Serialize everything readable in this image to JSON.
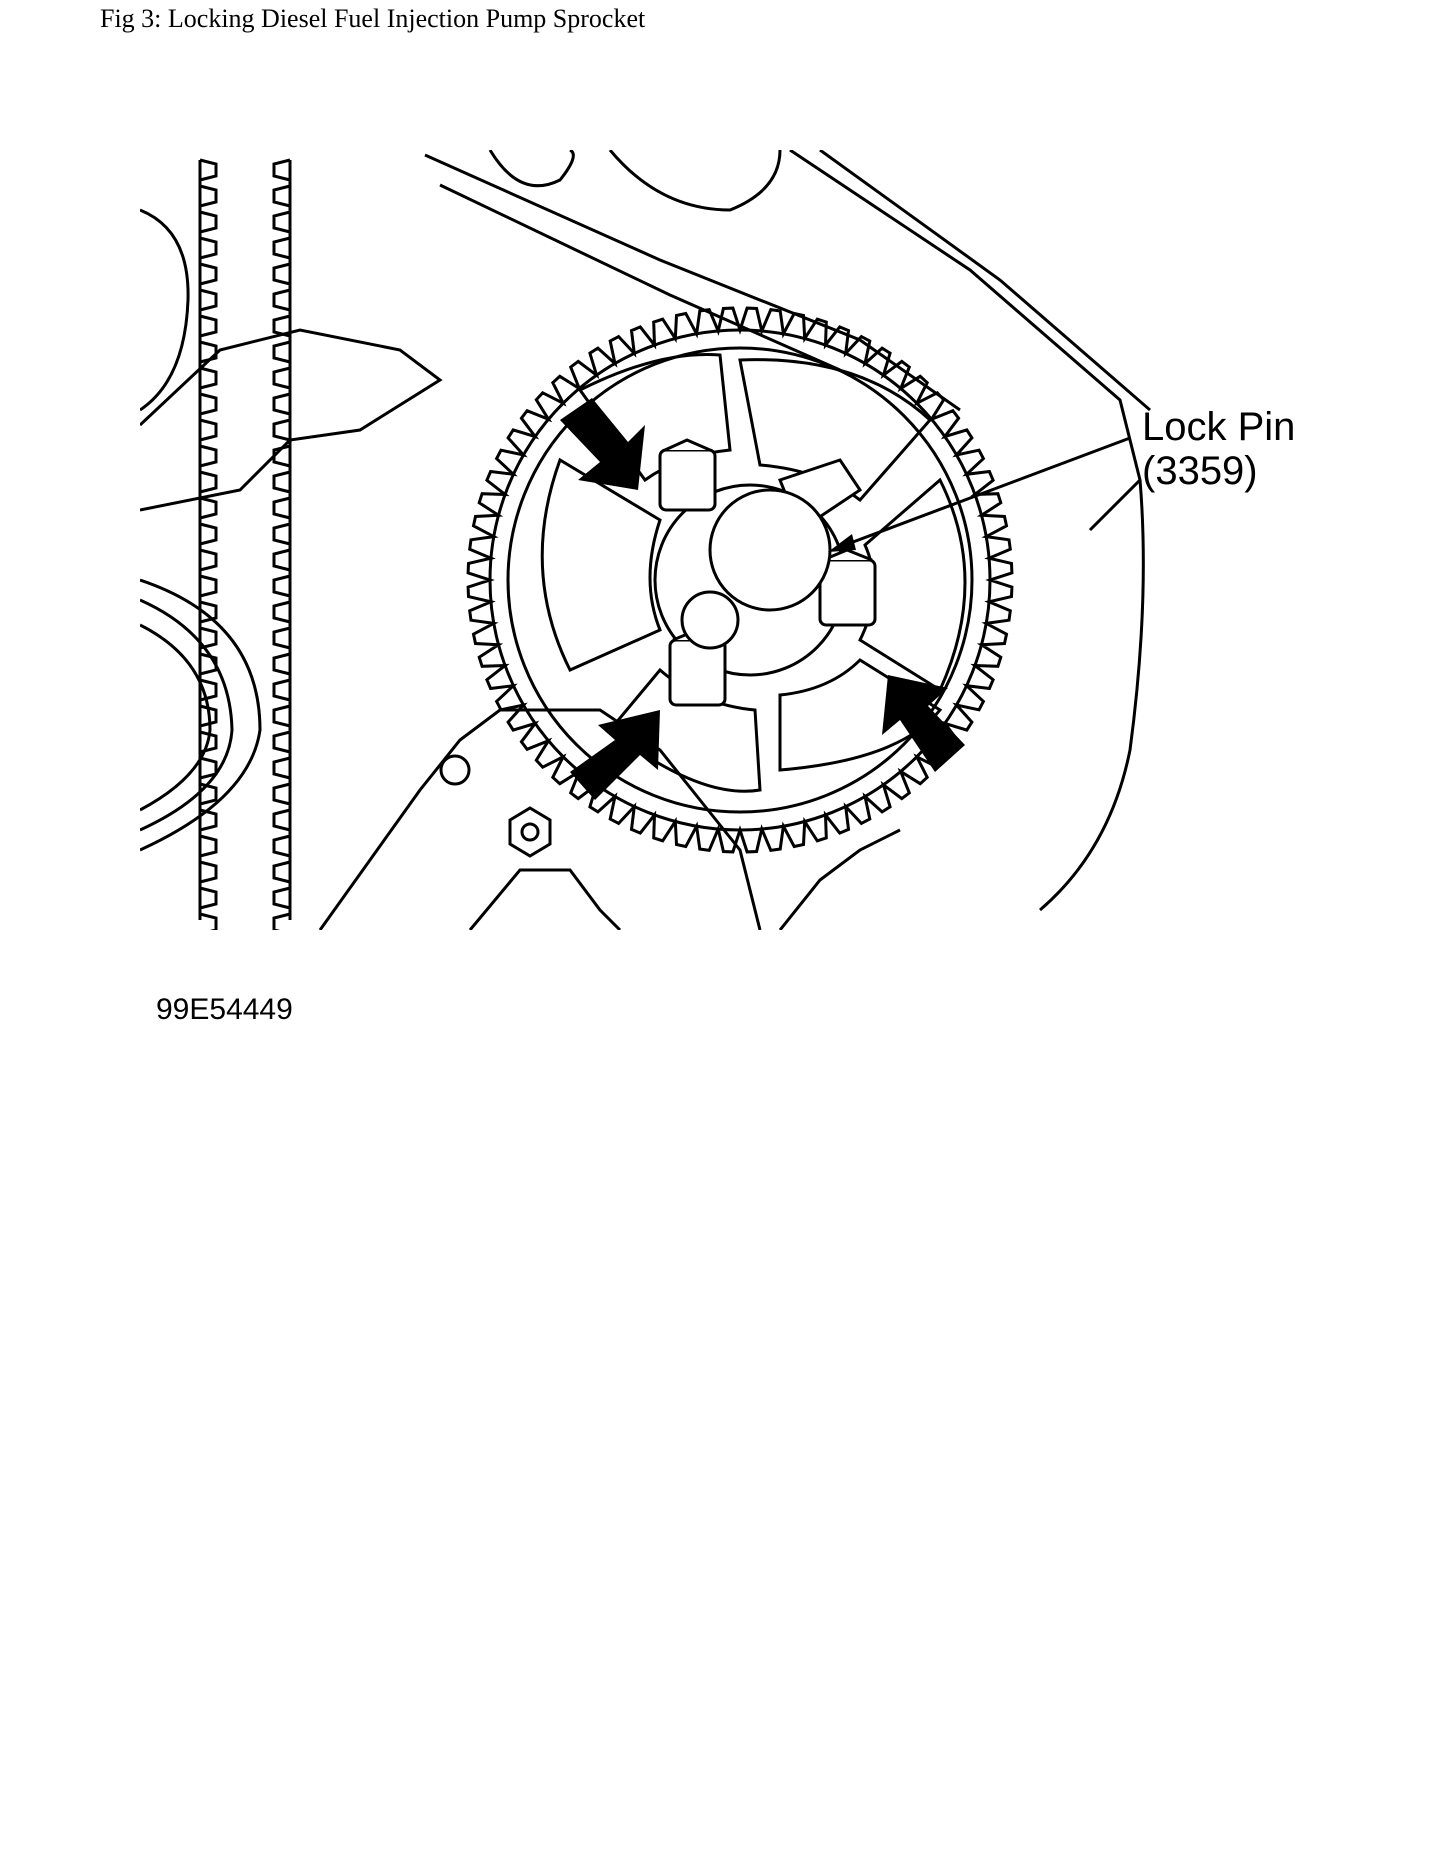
{
  "document": {
    "caption": "Fig 3: Locking Diesel Fuel Injection Pump Sprocket"
  },
  "figure": {
    "callout": {
      "line1": "Lock Pin",
      "line2": "(3359)"
    },
    "figure_id": "99E54449",
    "arrows": {
      "count": 3,
      "color": "#000000"
    },
    "line_color": "#000000",
    "background_color": "#ffffff"
  }
}
